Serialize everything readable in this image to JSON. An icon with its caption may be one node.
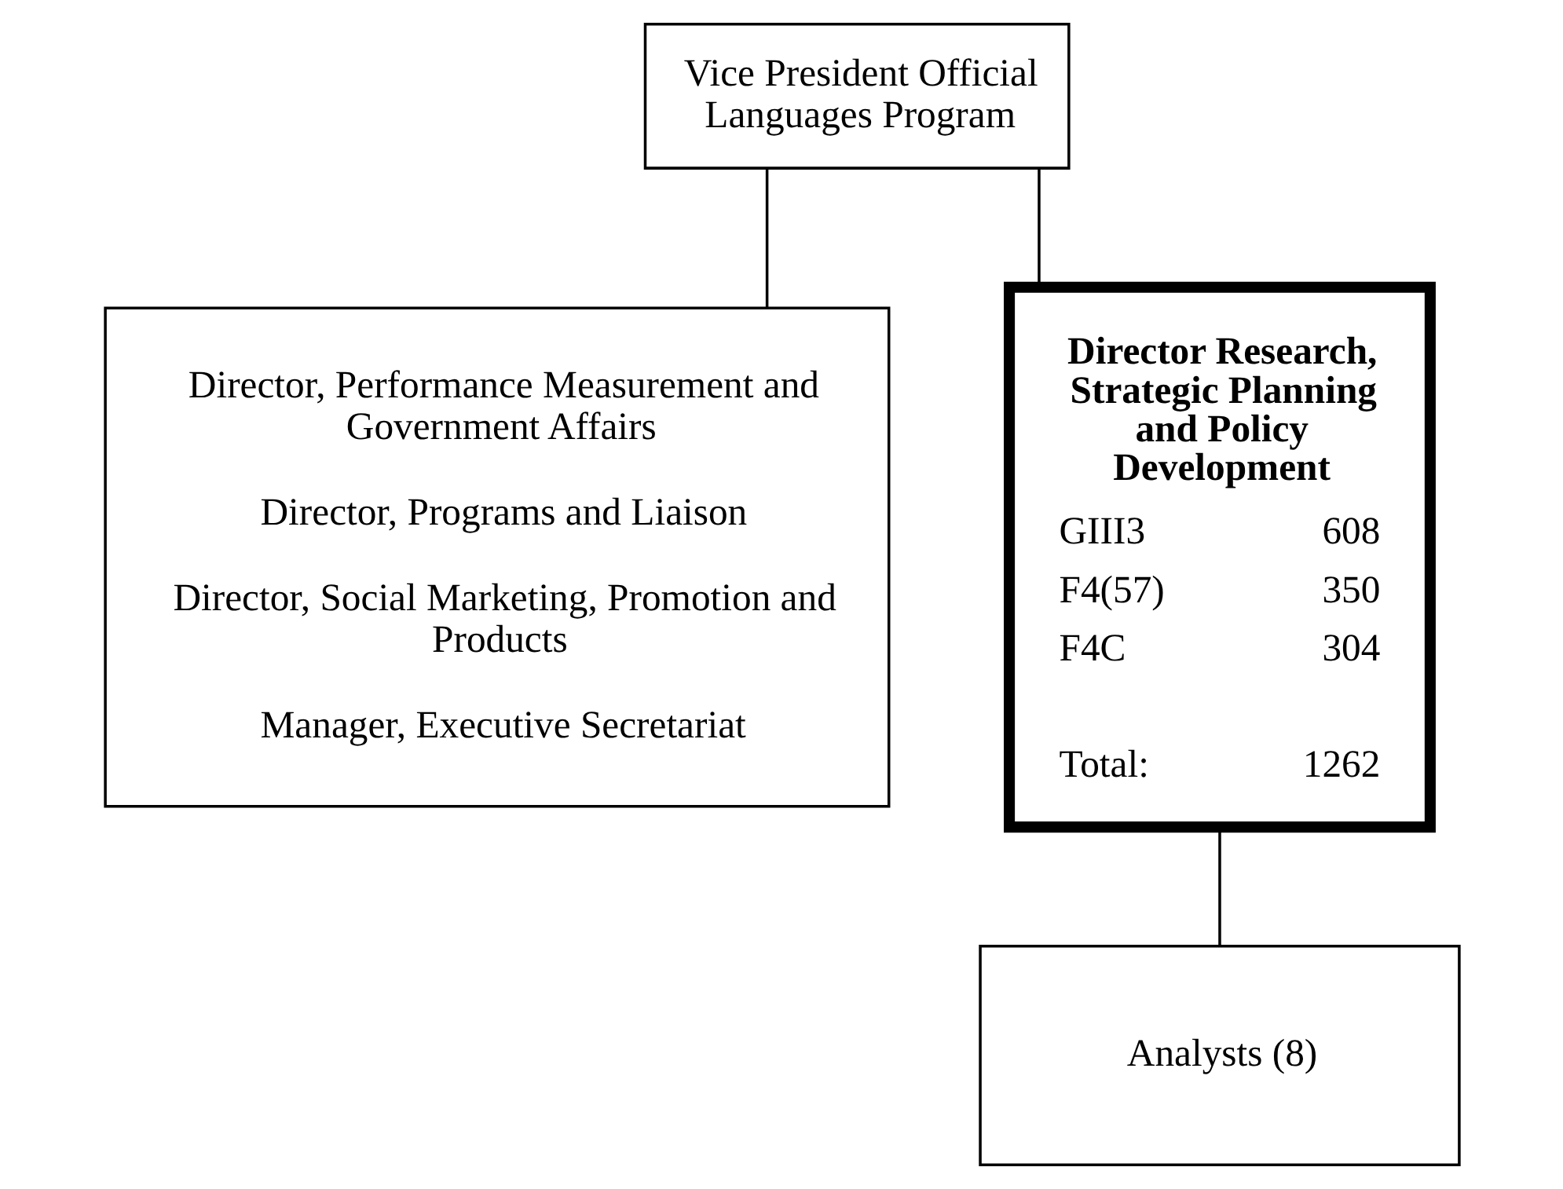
{
  "diagram": {
    "nodes": [
      {
        "text": [
          "Vice President Official Languages Program"
        ]
      },
      {
        "text": [
          "Director, Performance Measurement and Government Affairs",
          "Director, Programs and Liaison",
          "Director, Social Marketing, Promotion and Products",
          "Manager, Executive Secretariat"
        ]
      },
      {
        "text": [
          "Director Research, Strategic Planning and Policy Development",
          "GIII3",
          "608",
          "F4(57)",
          "350",
          "F4C",
          "304",
          "Total:",
          "1262"
        ]
      },
      {
        "text": [
          "Analysts (8)"
        ]
      }
    ],
    "edges": [
      {
        "from": 0,
        "to": 1,
        "arrow": "none"
      },
      {
        "from": 0,
        "to": 2,
        "arrow": "none"
      },
      {
        "from": 2,
        "to": 3,
        "arrow": "none"
      }
    ]
  }
}
